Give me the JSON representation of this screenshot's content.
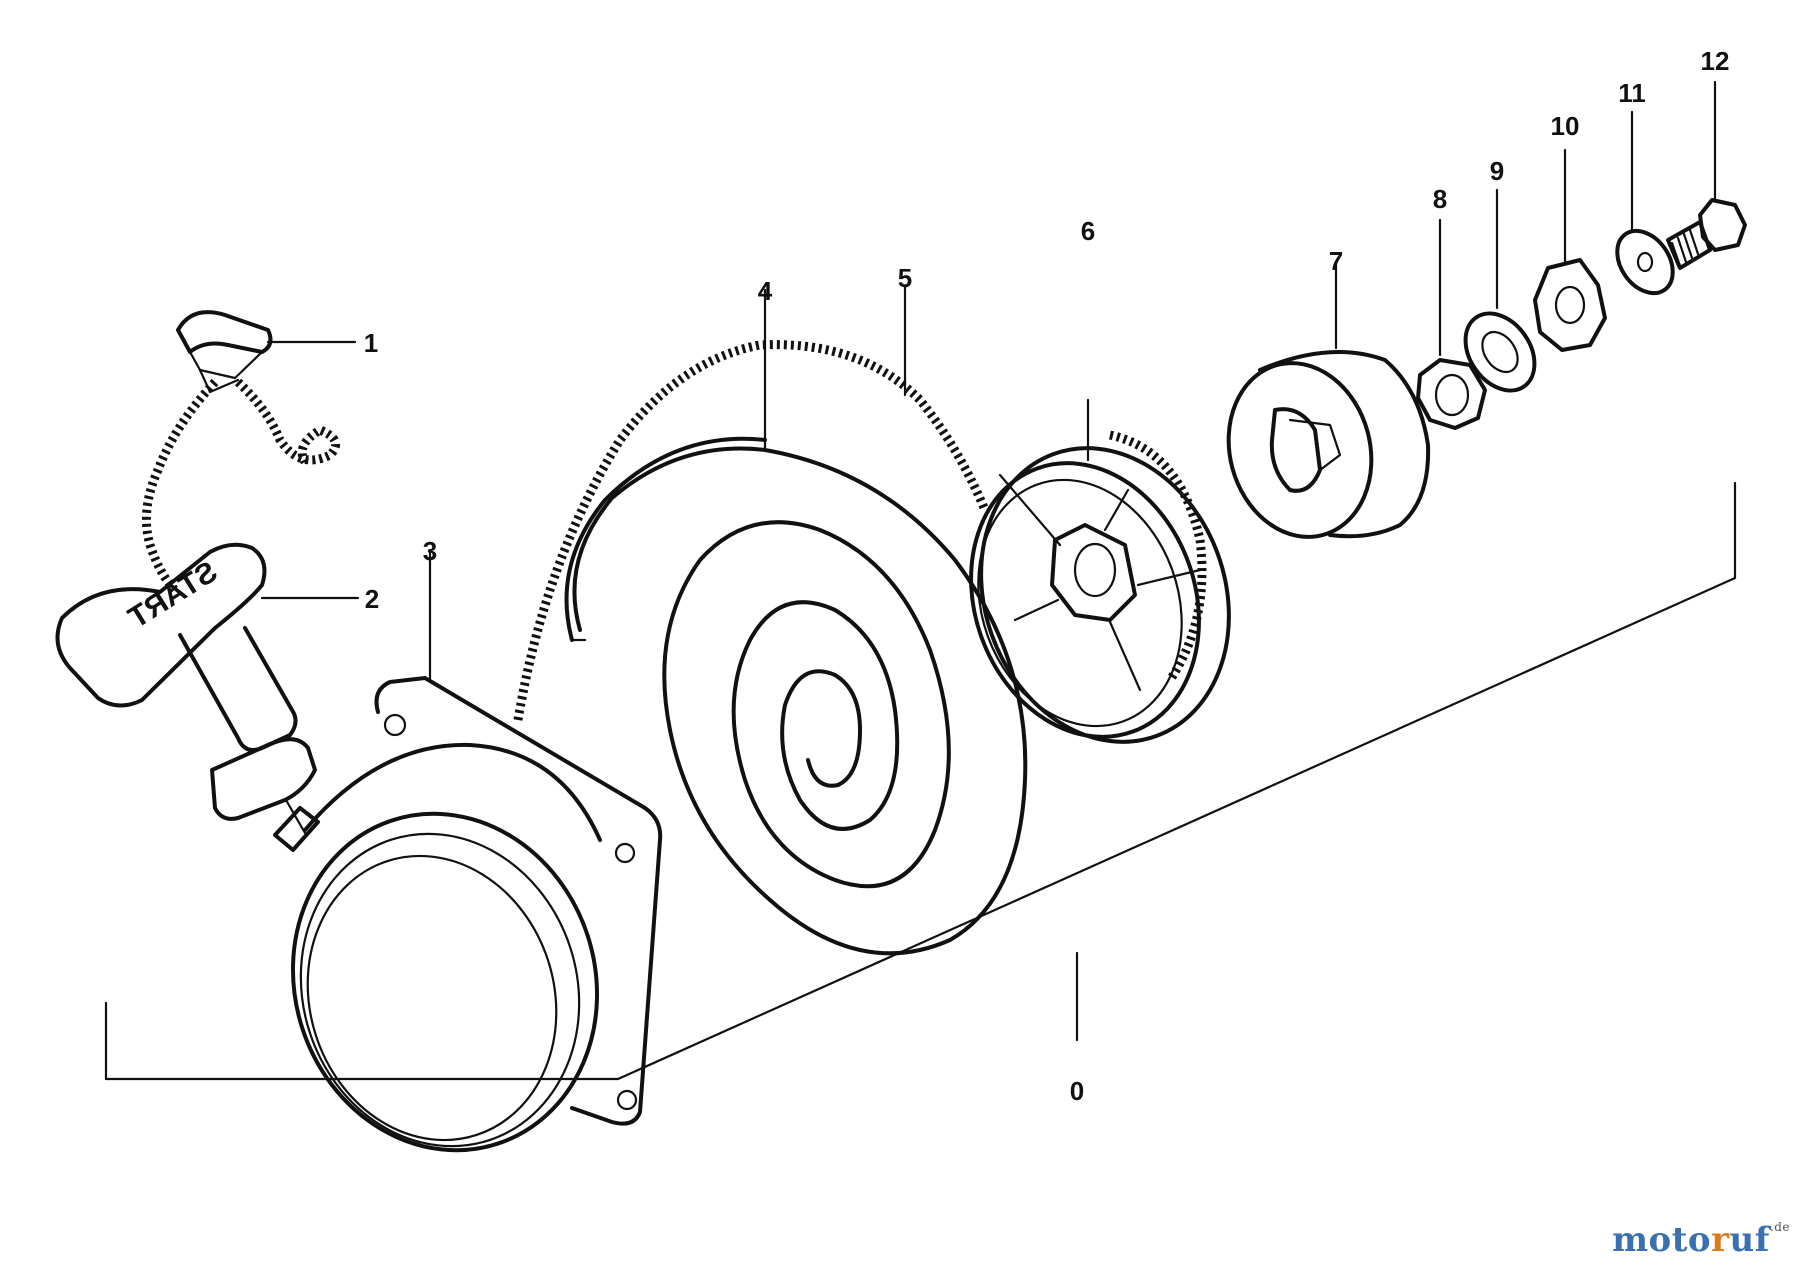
{
  "labels": {
    "p0": "0",
    "p1": "1",
    "p2": "2",
    "p3": "3",
    "p4": "4",
    "p5": "5",
    "p6": "6",
    "p7": "7",
    "p8": "8",
    "p9": "9",
    "p10": "10",
    "p11": "11",
    "p12": "12"
  },
  "handle_text": "START",
  "watermark": {
    "part_a": "moto",
    "part_b": "r",
    "part_c": "uf",
    "tld": ".de"
  },
  "colors": {
    "line": "#111111",
    "watermark_blue": "#3a6fb0",
    "watermark_orange": "#e07a1f"
  }
}
